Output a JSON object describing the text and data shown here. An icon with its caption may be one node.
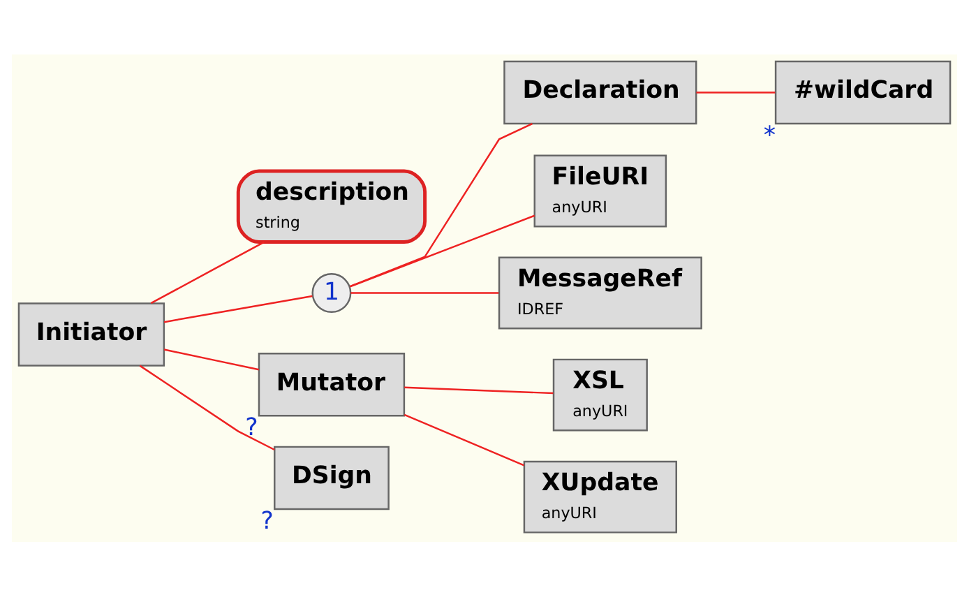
{
  "diagram": {
    "nodes": [
      {
        "text": [
          "Initiator"
        ]
      },
      {
        "text": [
          "description",
          "string"
        ]
      },
      {
        "text": [
          "1"
        ]
      },
      {
        "text": [
          "Declaration"
        ]
      },
      {
        "text": [
          "#wildCard"
        ],
        "beside": [
          "*"
        ]
      },
      {
        "text": [
          "FileURI",
          "anyURI"
        ]
      },
      {
        "text": [
          "MessageRef",
          "IDREF"
        ]
      },
      {
        "text": [
          "Mutator"
        ],
        "beside": [
          "?"
        ]
      },
      {
        "text": [
          "XSL",
          "anyURI"
        ]
      },
      {
        "text": [
          "XUpdate",
          "anyURI"
        ]
      },
      {
        "text": [
          "DSign"
        ],
        "beside": [
          "?"
        ]
      }
    ],
    "edges": [
      {
        "from": 0,
        "to": 1,
        "arrow": "none"
      },
      {
        "from": 0,
        "to": 2,
        "arrow": "none"
      },
      {
        "from": 2,
        "to": 3,
        "arrow": "none"
      },
      {
        "from": 3,
        "to": 4,
        "arrow": "none"
      },
      {
        "from": 2,
        "to": 5,
        "arrow": "none"
      },
      {
        "from": 2,
        "to": 6,
        "arrow": "none"
      },
      {
        "from": 0,
        "to": 7,
        "arrow": "none"
      },
      {
        "from": 7,
        "to": 8,
        "arrow": "none"
      },
      {
        "from": 7,
        "to": 9,
        "arrow": "none"
      },
      {
        "from": 0,
        "to": 10,
        "arrow": "none"
      }
    ]
  }
}
